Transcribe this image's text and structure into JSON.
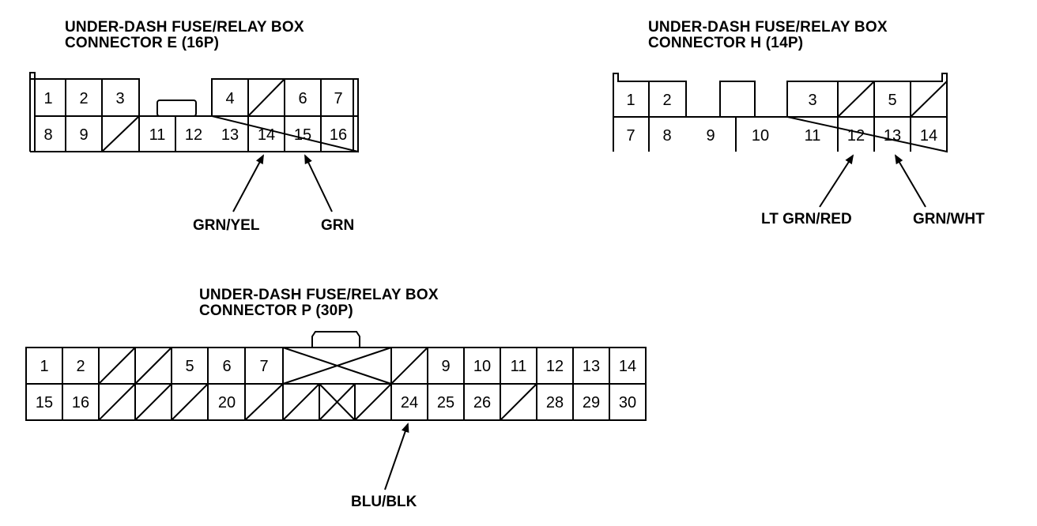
{
  "connectors": {
    "e": {
      "title_line1": "UNDER-DASH FUSE/RELAY BOX",
      "title_line2": "CONNECTOR E (16P)",
      "pins": {
        "1": "1",
        "2": "2",
        "3": "3",
        "4": "4",
        "6": "6",
        "7": "7",
        "8": "8",
        "9": "9",
        "11": "11",
        "12": "12",
        "13": "13",
        "14": "14",
        "15": "15",
        "16": "16"
      },
      "wires": {
        "pin14": "GRN/YEL",
        "pin15": "GRN"
      }
    },
    "h": {
      "title_line1": "UNDER-DASH FUSE/RELAY BOX",
      "title_line2": "CONNECTOR H (14P)",
      "pins": {
        "1": "1",
        "2": "2",
        "3": "3",
        "5": "5",
        "7": "7",
        "8": "8",
        "9": "9",
        "10": "10",
        "11": "11",
        "12": "12",
        "13": "13",
        "14": "14"
      },
      "wires": {
        "pin12": "LT GRN/RED",
        "pin13": "GRN/WHT"
      }
    },
    "p": {
      "title_line1": "UNDER-DASH FUSE/RELAY BOX",
      "title_line2": "CONNECTOR P (30P)",
      "pins": {
        "1": "1",
        "2": "2",
        "5": "5",
        "6": "6",
        "7": "7",
        "9": "9",
        "10": "10",
        "11": "11",
        "12": "12",
        "13": "13",
        "14": "14",
        "15": "15",
        "16": "16",
        "20": "20",
        "24": "24",
        "25": "25",
        "26": "26",
        "28": "28",
        "29": "29",
        "30": "30"
      },
      "wires": {
        "pin24": "BLU/BLK"
      }
    }
  }
}
